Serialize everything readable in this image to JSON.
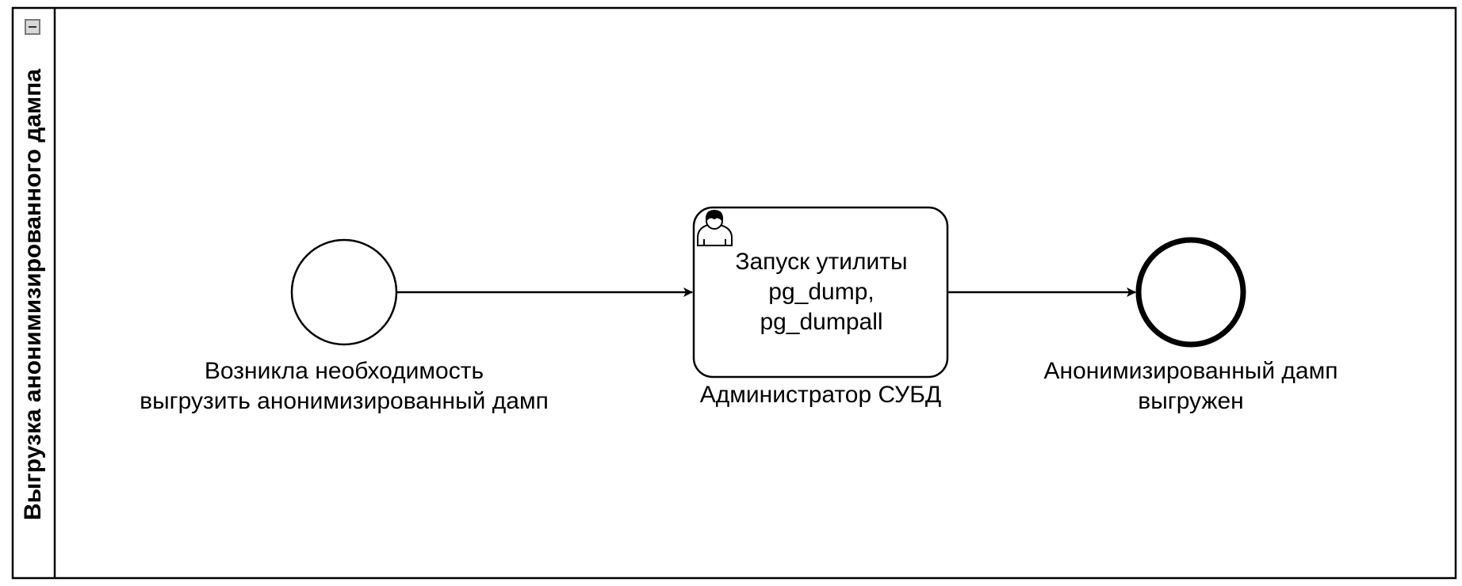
{
  "pool": {
    "title": "Выгрузка анонимизированного дампа"
  },
  "start_event": {
    "label_lines": [
      "Возникла необходимость",
      "выгрузить анонимизированный дамп"
    ]
  },
  "task": {
    "type_icon": "user-icon",
    "text_lines": [
      "Запуск утилиты",
      "pg_dump,",
      "pg_dumpall"
    ],
    "performer": "Администратор СУБД"
  },
  "end_event": {
    "label_lines": [
      "Анонимизированный дамп",
      "выгружен"
    ]
  },
  "colors": {
    "stroke": "#000000",
    "background": "#ffffff",
    "collapse_button": "#d9d9d9"
  }
}
